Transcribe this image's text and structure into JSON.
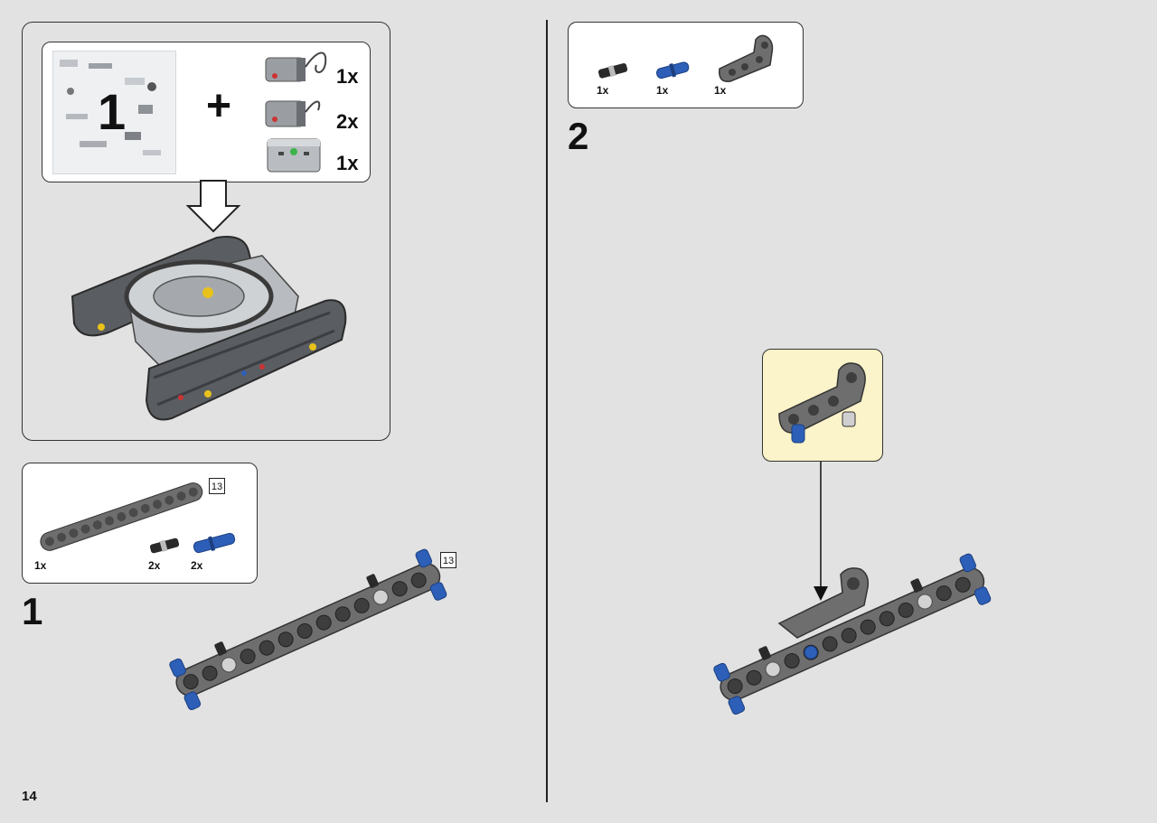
{
  "page_number": "14",
  "left": {
    "bag_panel": {
      "bag_number": "1",
      "plus_symbol": "+",
      "items": [
        {
          "name": "motor-with-cable",
          "qty": "1x"
        },
        {
          "name": "motor-with-short-cable",
          "qty": "2x"
        },
        {
          "name": "hub-box",
          "qty": "1x"
        }
      ]
    },
    "step1": {
      "number": "1",
      "parts": [
        {
          "name": "beam-13",
          "qty": "1x"
        },
        {
          "name": "black-axle-pin",
          "qty": "2x"
        },
        {
          "name": "blue-pin",
          "qty": "2x"
        }
      ],
      "beam_ref_label": "13",
      "assembly_ref_label": "13"
    }
  },
  "right": {
    "step2": {
      "number": "2",
      "parts": [
        {
          "name": "black-axle-pin",
          "qty": "1x"
        },
        {
          "name": "blue-pin",
          "qty": "1x"
        },
        {
          "name": "angled-beam",
          "qty": "1x"
        }
      ]
    }
  },
  "colors": {
    "background": "#e2e2e2",
    "beam_grey": "#6e6e6e",
    "pin_blue": "#2d5fb8",
    "callout_yellow": "#fbf3c9"
  }
}
